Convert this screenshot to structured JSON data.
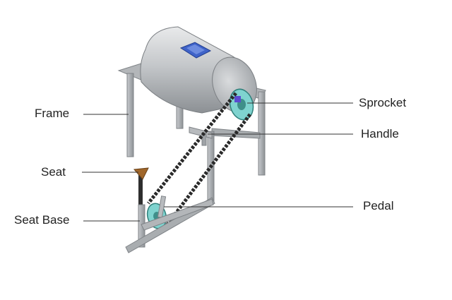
{
  "labels": {
    "frame": "Frame",
    "seat": "Seat",
    "seat_base": "Seat Base",
    "sprocket": "Sprocket",
    "handle": "Handle",
    "pedal": "Pedal"
  },
  "colors": {
    "drum": "#b9bcbf",
    "frame": "#9a9ea2",
    "chain": "#2a2a2a",
    "sprocket": "#7fd3cf",
    "seat": "#a0662a",
    "panel": "#3f63c9",
    "leader": "#333333"
  }
}
